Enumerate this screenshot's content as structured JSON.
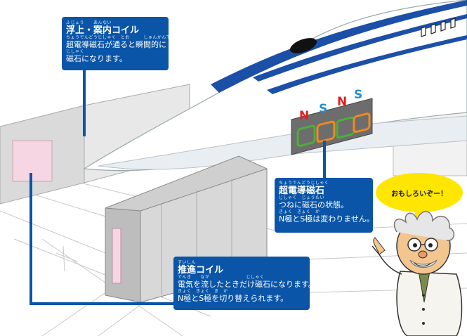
{
  "callouts": {
    "levitation": {
      "ruby_title": "ふじょう　　あんない",
      "title": "浮上・案内コイル",
      "ruby_line1": "ちょうでんどうじしゃく　とお　　　しゅんかんてき",
      "line1": "超電導磁石が通ると瞬間的に",
      "ruby_line2": "じしゃく",
      "line2": "磁石になります。"
    },
    "magnet": {
      "ruby_title": "ちょうでんどうじしゃく",
      "title": "超電導磁石",
      "ruby_line1": "じしゃく　じょうたい",
      "line1": "つねに磁石の状態。",
      "ruby_line2": "きょく　きょく　か",
      "line2": "N極とS極は変わりません。"
    },
    "propulsion": {
      "ruby_title": "すいしん",
      "title": "推進コイル",
      "ruby_line1": "でんき　　なが　　　　　　　　じしゃく",
      "line1": "電気を流したときだけ磁石になります。",
      "ruby_line2": "きょく　きょく　き　か",
      "line2": "N極とS極を切り替えられます。"
    }
  },
  "poles": [
    "N",
    "S",
    "N",
    "S"
  ],
  "speech": "おもしろいぞー！",
  "colors": {
    "callout_bg": "#0a55a8",
    "pole_n": "#e02020",
    "pole_s": "#1e8fd6",
    "coil_green": "#4caf3a",
    "coil_orange": "#f08a1e",
    "speech_bubble": "#ffe600",
    "train_stripe": "#1c4fa8",
    "guideway_pink": "#f6d6e3"
  },
  "icons": [
    "train-nose",
    "scientist-character",
    "speech-bubble"
  ]
}
